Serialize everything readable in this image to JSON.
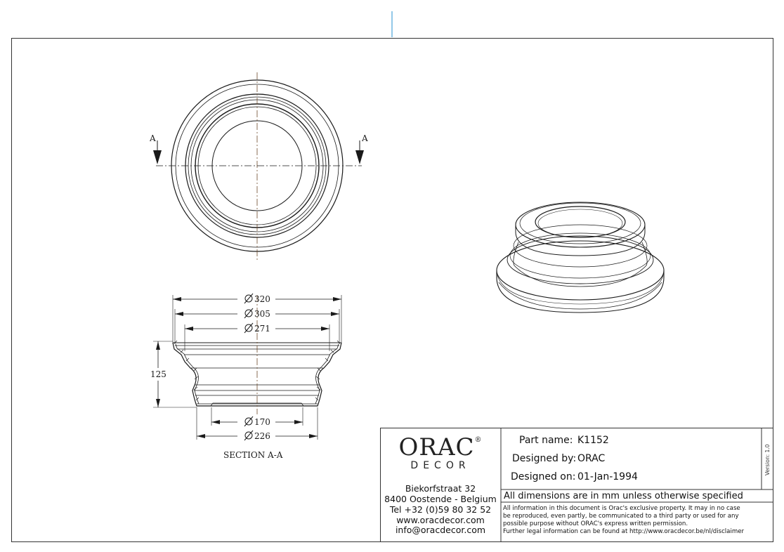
{
  "drawing": {
    "section_marker_left": "A",
    "section_marker_right": "A",
    "section_caption": "SECTION  A-A",
    "dimensions": {
      "d320": "320",
      "d305": "305",
      "d271": "271",
      "d170": "170",
      "d226": "226",
      "height": "125"
    }
  },
  "title_block": {
    "logo": {
      "wordmark": "ORAC",
      "registered": "®",
      "subtitle": "DECOR"
    },
    "address": {
      "street": "Biekorfstraat 32",
      "city": "8400 Oostende - Belgium",
      "tel": "Tel  +32 (0)59 80 32 52",
      "web": "www.oracdecor.com",
      "email": "info@oracdecor.com"
    },
    "fields": {
      "part_name_label": "Part name:",
      "part_name_value": "K1152",
      "designed_by_label": "Designed by:",
      "designed_by_value": "ORAC",
      "designed_on_label": "Designed on:",
      "designed_on_value": "01-Jan-1994"
    },
    "version": "Version: 1.0",
    "dimensions_note": "All dimensions are in mm unless otherwise specified",
    "disclaimer": [
      "All information in this document is Orac's exclusive property.  It may in no case",
      "be reproduced, even partly, be communicated to a third party or used for any",
      "possible purpose without ORAC's express written permission.",
      "Further legal information can be found at http://www.oracdecor.be/nl/disclaimer"
    ]
  },
  "colors": {
    "line": "#1a1a1a",
    "center_line": "#6b4a2a",
    "accent": "#4aa3d8"
  }
}
